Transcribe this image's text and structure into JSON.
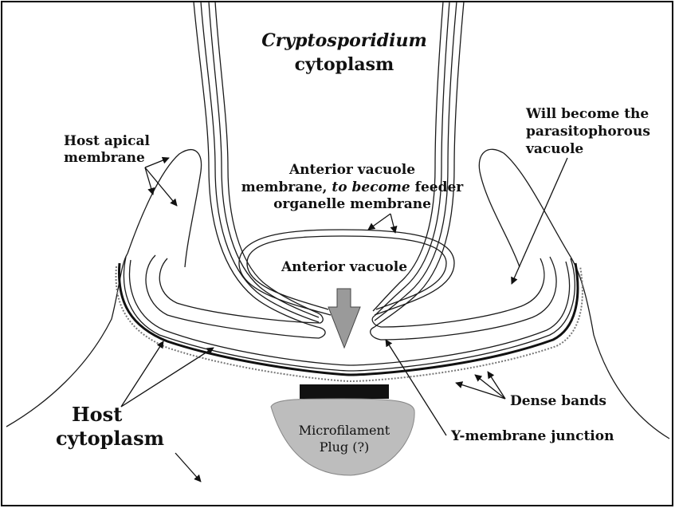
{
  "title": {
    "line1": "Cryptosporidium",
    "line2": "cytoplasm"
  },
  "labels": {
    "host_apical_membrane": [
      "Host apical",
      "membrane"
    ],
    "will_become": [
      "Will become the",
      "parasitophorous",
      "vacuole"
    ],
    "anterior_vacuole_membrane": {
      "line1": "Anterior vacuole",
      "line2_start": "membrane, ",
      "line2_italic": "to become",
      "line2_end": " feeder",
      "line3": "organelle membrane"
    },
    "anterior_vacuole": "Anterior vacuole",
    "host_cytoplasm": [
      "Host",
      "cytoplasm"
    ],
    "dense_bands": "Dense bands",
    "y_membrane_junction": "Y-membrane junction",
    "microfilament_plug": [
      "Microfilament",
      "Plug (?)"
    ]
  },
  "colors": {
    "plug_fill": "#bdbdbd",
    "arrow_fill": "#9a9a9a",
    "dense_band": "#111111",
    "dotted_band": "#777777",
    "border": "#000000"
  }
}
